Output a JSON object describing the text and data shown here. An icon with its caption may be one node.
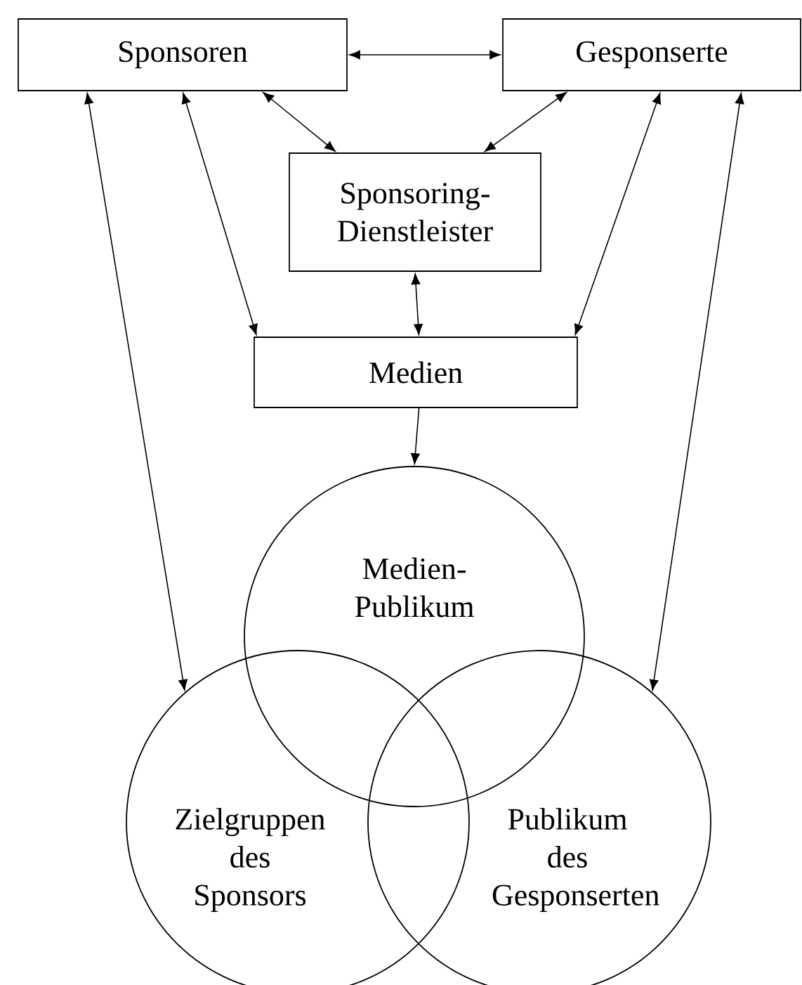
{
  "diagram": {
    "nodes": [
      {
        "text": [
          "Sponsoren"
        ]
      },
      {
        "text": [
          "Gesponserte"
        ]
      },
      {
        "text": [
          "Sponsoring-Dienstleister"
        ]
      },
      {
        "text": [
          "Medien"
        ]
      },
      {
        "text": [
          "Medien-Publikum"
        ]
      },
      {
        "text": [
          "Zielgruppen des Sponsors"
        ]
      },
      {
        "text": [
          "Publikum des Gesponserten"
        ]
      }
    ],
    "edges": [
      {
        "from": 0,
        "to": 1,
        "arrow": "both"
      },
      {
        "from": 0,
        "to": 2,
        "arrow": "both"
      },
      {
        "from": 1,
        "to": 2,
        "arrow": "both"
      },
      {
        "from": 0,
        "to": 3,
        "arrow": "both"
      },
      {
        "from": 1,
        "to": 3,
        "arrow": "both"
      },
      {
        "from": 2,
        "to": 3,
        "arrow": "both"
      },
      {
        "from": 3,
        "to": 4,
        "arrow": "to"
      },
      {
        "from": 0,
        "to": 5,
        "arrow": "both"
      },
      {
        "from": 1,
        "to": 6,
        "arrow": "both"
      }
    ]
  }
}
